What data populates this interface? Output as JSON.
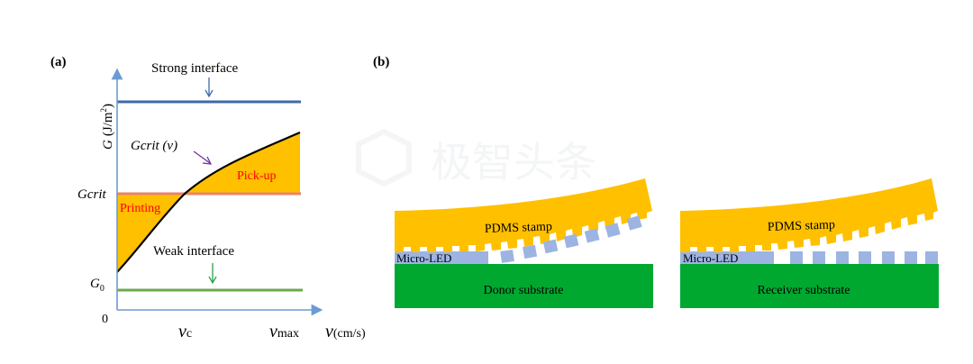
{
  "panel_a": {
    "label": "(a)",
    "strong_interface": "Strong interface",
    "gcrit_curve": "Gcrit (v)",
    "pickup": "Pick-up",
    "printing": "Printing",
    "weak_interface": "Weak interface",
    "y_axis": {
      "symbol": "G",
      "unit": "(J/m",
      "exp": "2",
      "close": ")",
      "tick_gcrit": "Gcrit",
      "tick_g": "G",
      "tick_g_sub": "0",
      "origin": "0"
    },
    "x_axis": {
      "vc_v": "v",
      "vc_sub": "c",
      "vmax_v": "v",
      "vmax_sub": "max",
      "label_v": "v",
      "label_unit": "(cm/s)"
    }
  },
  "panel_b": {
    "label": "(b)",
    "left": {
      "stamp": "PDMS stamp",
      "led": "Micro-LED",
      "substrate": "Donor substrate"
    },
    "right": {
      "stamp": "PDMS stamp",
      "led": "Micro-LED",
      "substrate": "Receiver substrate"
    }
  },
  "watermark": "极智头条",
  "colors": {
    "axis": "#6b9bd2",
    "strong_line": "#3d6aa8",
    "gcrit_line": "#e8836a",
    "weak_line": "#6ea84e",
    "fill": "#ffc000",
    "stamp": "#ffc000",
    "led": "#9db4e2",
    "substrate": "#00a830",
    "text_red": "#ff0000",
    "arrow_blue": "#3d6aa8",
    "arrow_purple": "#7030a0",
    "arrow_green": "#2aa24a"
  }
}
